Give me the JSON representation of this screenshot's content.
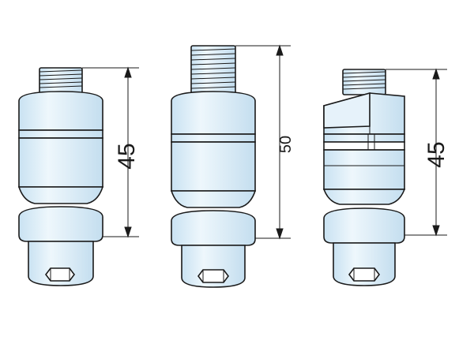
{
  "colors": {
    "outline": "#1a1a1a",
    "body_fill": "#d9ecf7",
    "body_light": "#eef7fc",
    "body_shade": "#bcd9ec",
    "background": "#ffffff"
  },
  "parts": [
    {
      "id": "bolt-left",
      "dimension_label": "45",
      "thread": "short"
    },
    {
      "id": "bolt-middle",
      "dimension_label": "50",
      "thread": "long"
    },
    {
      "id": "bolt-right",
      "dimension_label": "45",
      "thread": "short-slotted"
    }
  ]
}
